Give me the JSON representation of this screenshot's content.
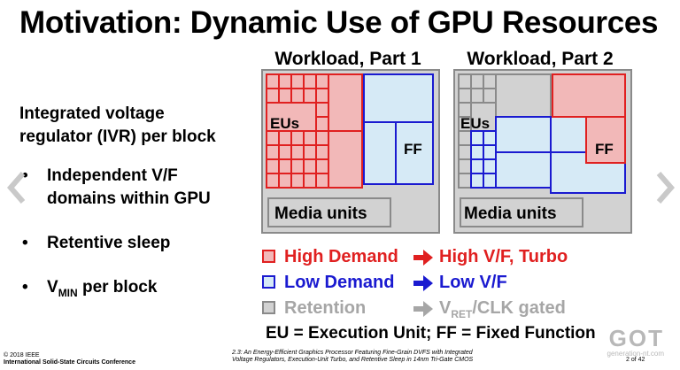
{
  "slide": {
    "title": "Motivation: Dynamic Use of GPU Resources",
    "bullets": {
      "ivr": [
        "Integrated voltage",
        "regulator (IVR) per block"
      ],
      "vf": [
        "Independent V/F",
        "domains within GPU"
      ],
      "sleep": "Retentive sleep",
      "vmin_v": "V",
      "vmin_sub": "MIN",
      "vmin_rest": " per block",
      "dot": "•"
    },
    "panels": {
      "part1_title": "Workload, Part 1",
      "part2_title": "Workload, Part 2",
      "eus": "EUs",
      "ff": "FF",
      "media": "Media units"
    },
    "legend": {
      "high_label": "High Demand",
      "high_result": "High V/F, Turbo",
      "low_label": "Low Demand",
      "low_result": "Low V/F",
      "ret_label": "Retention",
      "ret_result_v": "V",
      "ret_result_sub": "RET",
      "ret_result_rest": "/CLK gated"
    },
    "definitions": "EU = Execution Unit; FF = Fixed Function",
    "footer": {
      "copyright": "© 2018 IEEE",
      "conference": "International Solid-State Circuits Conference",
      "paper_line1": "2.3: An Energy-Efficient Graphics Processor Featuring Fine-Grain DVFS with Integrated",
      "paper_line2": "Voltage Regulators, Execution-Unit Turbo, and Retentive Sleep in 14nm Tri-Gate CMOS",
      "page": "2 of 42"
    },
    "watermark": {
      "logo": "GOT",
      "site": "generation-nt.com"
    }
  },
  "colors": {
    "high_border": "#e02020",
    "high_fill": "#f2b8b8",
    "low_border": "#1a1ad0",
    "low_fill": "#d6eaf6",
    "ret_border": "#8a8a8a",
    "ret_fill": "#d2d2d2",
    "ret_text": "#a6a6a6",
    "arrow_red": "#e02020",
    "arrow_blue": "#1a1ad0",
    "arrow_gray": "#a6a6a6"
  },
  "icons": {
    "prev": "chevron-left-icon",
    "next": "chevron-right-icon"
  }
}
